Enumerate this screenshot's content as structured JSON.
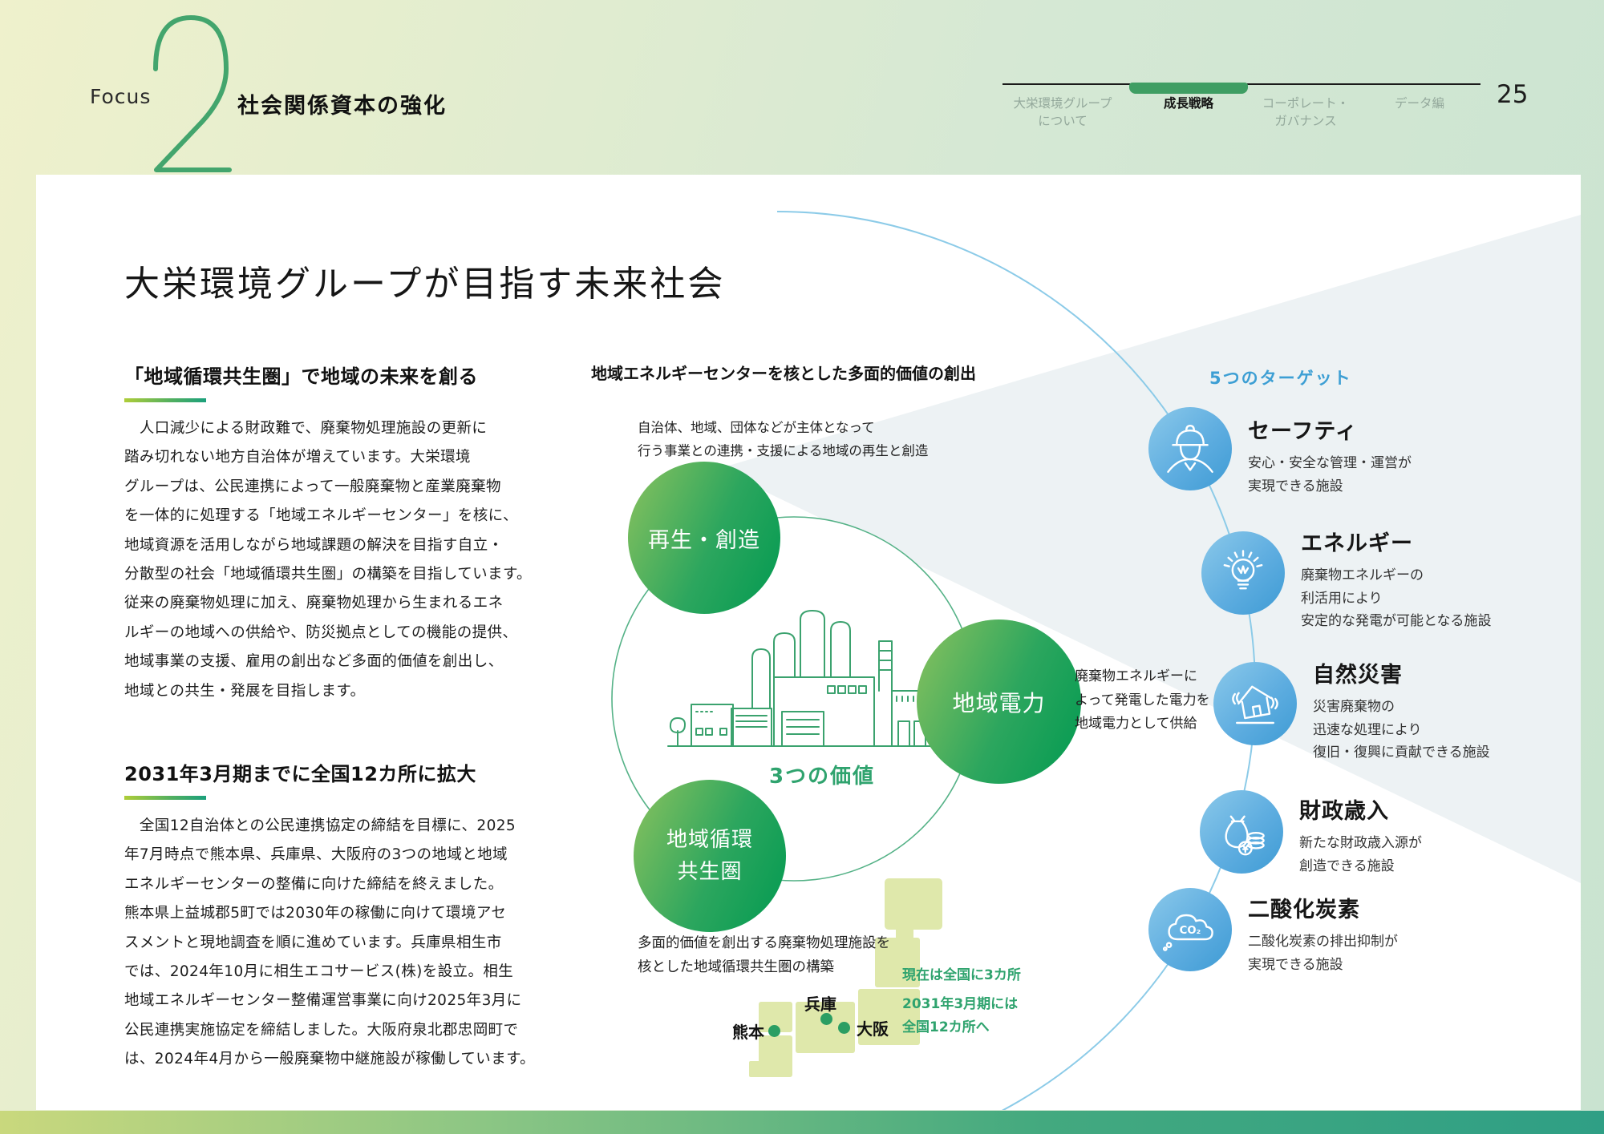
{
  "header": {
    "focus_label": "Focus",
    "focus_number": "2",
    "section_title": "社会関係資本の強化",
    "page_number": "25",
    "nav": [
      {
        "label": "大栄環境グループ\nについて",
        "active": false
      },
      {
        "label": "成長戦略",
        "active": true
      },
      {
        "label": "コーポレート・\nガバナンス",
        "active": false
      },
      {
        "label": "データ編",
        "active": false
      }
    ]
  },
  "main": {
    "title": "大栄環境グループが目指す未来社会",
    "sections": [
      {
        "heading": "「地域循環共生圏」で地域の未来を創る",
        "body": "　人口減少による財政難で、廃棄物処理施設の更新に\n踏み切れない地方自治体が増えています。大栄環境\nグループは、公民連携によって一般廃棄物と産業廃棄物\nを一体的に処理する「地域エネルギーセンター」を核に、\n地域資源を活用しながら地域課題の解決を目指す自立・\n分散型の社会「地域循環共生圏」の構築を目指しています。\n従来の廃棄物処理に加え、廃棄物処理から生まれるエネ\nルギーの地域への供給や、防災拠点としての機能の提供、\n地域事業の支援、雇用の創出など多面的価値を創出し、\n地域との共生・発展を目指します。"
      },
      {
        "heading": "2031年3月期までに全国12カ所に拡大",
        "body": "　全国12自治体との公民連携協定の締結を目標に、2025\n年7月時点で熊本県、兵庫県、大阪府の3つの地域と地域\nエネルギーセンターの整備に向けた締結を終えました。\n熊本県上益城郡5町では2030年の稼働に向けて環境アセ\nスメントと現地調査を順に進めています。兵庫県相生市\nでは、2024年10月に相生エコサービス(株)を設立。相生\n地域エネルギーセンター整備運営事業に向け2025年3月に\n公民連携実施協定を締結しました。大阪府泉北郡忠岡町で\nは、2024年4月から一般廃棄物中継施設が稼働しています。"
      }
    ]
  },
  "diagram": {
    "title": "地域エネルギーセンターを核とした多面的価値の創出",
    "top_note": "自治体、地域、団体などが主体となって\n行う事業との連携・支援による地域の再生と創造",
    "circle_regeneration": "再生・創造",
    "circle_power": "地域電力",
    "circle_community": "地域循環\n共生圏",
    "three_values_label": "3つの価値",
    "power_note": "廃棄物エネルギーに\nよって発電した電力を\n地域電力として供給",
    "community_note": "多面的価値を創出する廃棄物処理施設を\n核とした地域循環共生圏の構築",
    "map": {
      "label_kumamoto": "熊本",
      "label_hyogo": "兵庫",
      "label_osaka": "大阪",
      "now_note": "現在は全国に3カ所",
      "future_note": "2031年3月期には\n全国12カ所へ"
    }
  },
  "targets": {
    "heading": "5つのターゲット",
    "items": [
      {
        "title": "セーフティ",
        "desc": "安心・安全な管理・運営が\n実現できる施設"
      },
      {
        "title": "エネルギー",
        "desc": "廃棄物エネルギーの\n利活用により\n安定的な発電が可能となる施設"
      },
      {
        "title": "自然災害",
        "desc": "災害廃棄物の\n迅速な処理により\n復旧・復興に貢献できる施設"
      },
      {
        "title": "財政歳入",
        "desc": "新たな財政歳入源が\n創造できる施設"
      },
      {
        "title": "二酸化炭素",
        "desc": "二酸化炭素の排出抑制が\n実現できる施設",
        "icon_label": "CO₂"
      }
    ]
  },
  "colors": {
    "accent_green": "#3f9e63",
    "accent_teal": "#1ba07c",
    "accent_blue": "#3e9bd4",
    "map_fill": "#dfe8ab",
    "note_green": "#2fa36e"
  }
}
